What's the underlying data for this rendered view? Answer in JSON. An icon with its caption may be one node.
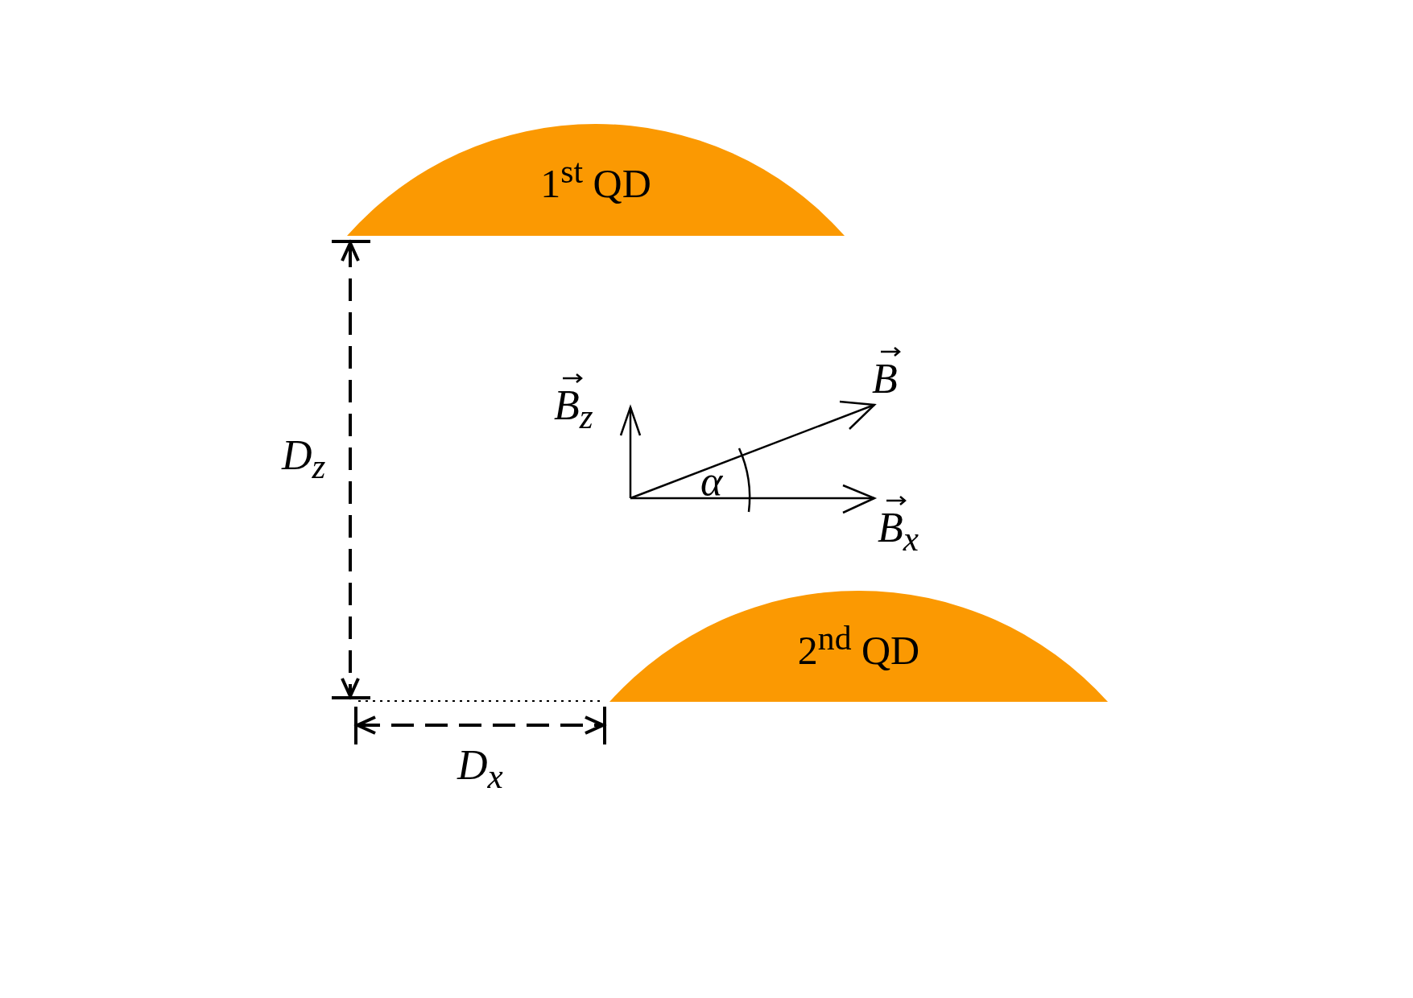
{
  "diagram": {
    "nodes": [
      {
        "text": [
          "1$^{st}$ QD"
        ]
      },
      {
        "text": [
          "2$^{nd}$ QD"
        ]
      }
    ],
    "labels": [
      "B",
      "B$_{z}$",
      "α",
      "D$_{z}$",
      "B$_{x}$",
      "D$_{x}$"
    ]
  }
}
